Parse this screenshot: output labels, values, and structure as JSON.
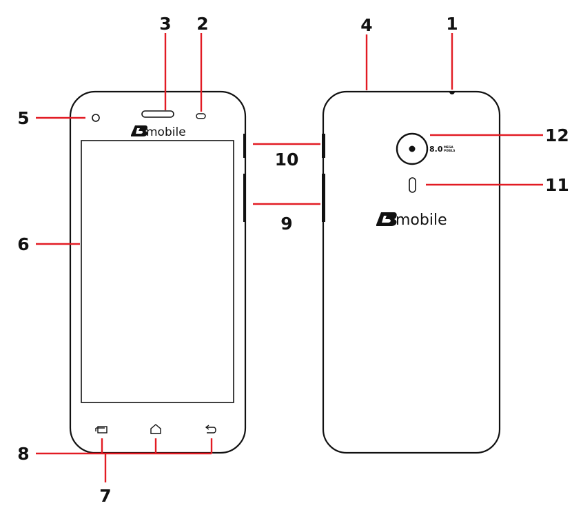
{
  "brand": {
    "logo_text": "mobile"
  },
  "camera": {
    "megapixel_value": "8.0",
    "megapixel_unit_top": "MEGA",
    "megapixel_unit_bottom": "PIXELS"
  },
  "colors": {
    "outline": "#111111",
    "leader_line": "#e21b23"
  },
  "callouts": {
    "c1": "1",
    "c2": "2",
    "c3": "3",
    "c4": "4",
    "c5": "5",
    "c6": "6",
    "c7": "7",
    "c8": "8",
    "c9": "9",
    "c10": "10",
    "c11": "11",
    "c12": "12"
  },
  "icons": [
    "recent-apps-icon",
    "home-icon",
    "back-icon",
    "camera-lens-icon",
    "flash-icon",
    "logo-icon"
  ]
}
